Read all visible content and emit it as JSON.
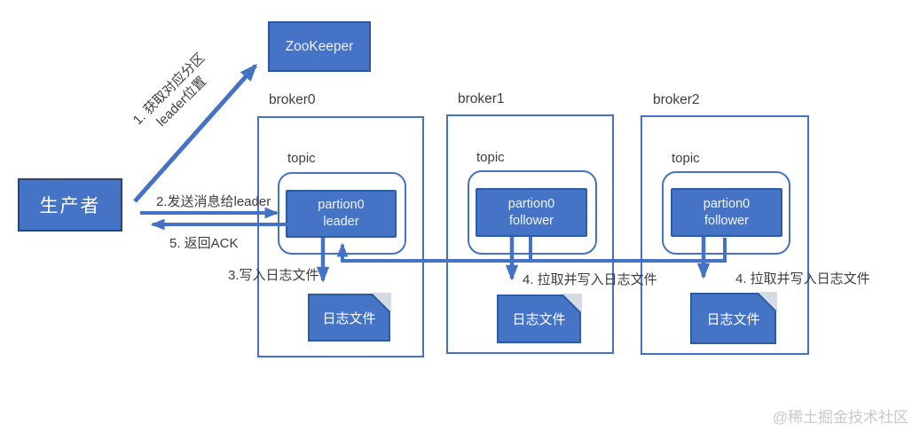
{
  "colors": {
    "primary_blue": "#4472C4",
    "box_fill": "#4573C6",
    "box_border": "#2F5597",
    "outline_blue": "#4472C4",
    "label_text": "#3D3D3D",
    "box_text": "#FFFFFF",
    "watermark_text": "#C9C9C9",
    "background": "#FFFFFF"
  },
  "nodes": {
    "producer": {
      "label": "生产者"
    },
    "zookeeper": {
      "label": "ZooKeeper"
    }
  },
  "flow_labels": {
    "step1_line1": "1. 获取对应分区",
    "step1_line2": "leader位置",
    "step2": "2.发送消息给leader",
    "step3": "3.写入日志文件",
    "step4_broker1": "4. 拉取并写入日志文件",
    "step4_broker2": "4. 拉取并写入日志文件",
    "step5": "5. 返回ACK"
  },
  "brokers": [
    {
      "name": "broker0",
      "topic": "topic",
      "partition_line1": "partion0",
      "partition_line2": "leader",
      "logfile": "日志文件"
    },
    {
      "name": "broker1",
      "topic": "topic",
      "partition_line1": "partion0",
      "partition_line2": "follower",
      "logfile": "日志文件"
    },
    {
      "name": "broker2",
      "topic": "topic",
      "partition_line1": "partion0",
      "partition_line2": "follower",
      "logfile": "日志文件"
    }
  ],
  "watermark": "@稀土掘金技术社区"
}
